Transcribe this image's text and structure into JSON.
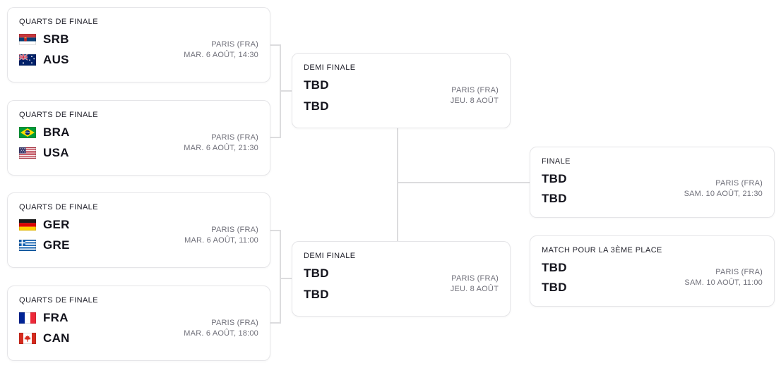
{
  "colors": {
    "background": "#ffffff",
    "card_border": "#e5e5e8",
    "round_title_text": "#1e1e28",
    "team_text": "#13131c",
    "meta_text": "#70707a",
    "connector_line": "#dcdcde"
  },
  "matches": [
    {
      "round": "QUARTS DE FINALE",
      "team1": "SRB",
      "team1_flag": "srb-flag",
      "team2": "AUS",
      "team2_flag": "aus-flag",
      "venue": "PARIS (FRA)",
      "datetime": "MAR. 6 AOÛT, 14:30"
    },
    {
      "round": "QUARTS DE FINALE",
      "team1": "BRA",
      "team1_flag": "bra-flag",
      "team2": "USA",
      "team2_flag": "usa-flag",
      "venue": "PARIS (FRA)",
      "datetime": "MAR. 6 AOÛT, 21:30"
    },
    {
      "round": "QUARTS DE FINALE",
      "team1": "GER",
      "team1_flag": "ger-flag",
      "team2": "GRE",
      "team2_flag": "gre-flag",
      "venue": "PARIS (FRA)",
      "datetime": "MAR. 6 AOÛT, 11:00"
    },
    {
      "round": "QUARTS DE FINALE",
      "team1": "FRA",
      "team1_flag": "fra-flag",
      "team2": "CAN",
      "team2_flag": "can-flag",
      "venue": "PARIS (FRA)",
      "datetime": "MAR. 6 AOÛT, 18:00"
    },
    {
      "round": "DEMI FINALE",
      "team1": "TBD",
      "team2": "TBD",
      "venue": "PARIS (FRA)",
      "datetime": "JEU. 8 AOÛT"
    },
    {
      "round": "DEMI FINALE",
      "team1": "TBD",
      "team2": "TBD",
      "venue": "PARIS (FRA)",
      "datetime": "JEU. 8 AOÛT"
    },
    {
      "round": "FINALE",
      "team1": "TBD",
      "team2": "TBD",
      "venue": "PARIS (FRA)",
      "datetime": "SAM. 10 AOÛT, 21:30"
    },
    {
      "round": "MATCH POUR LA 3ÈME PLACE",
      "team1": "TBD",
      "team2": "TBD",
      "venue": "PARIS (FRA)",
      "datetime": "SAM. 10 AOÛT, 11:00"
    }
  ]
}
